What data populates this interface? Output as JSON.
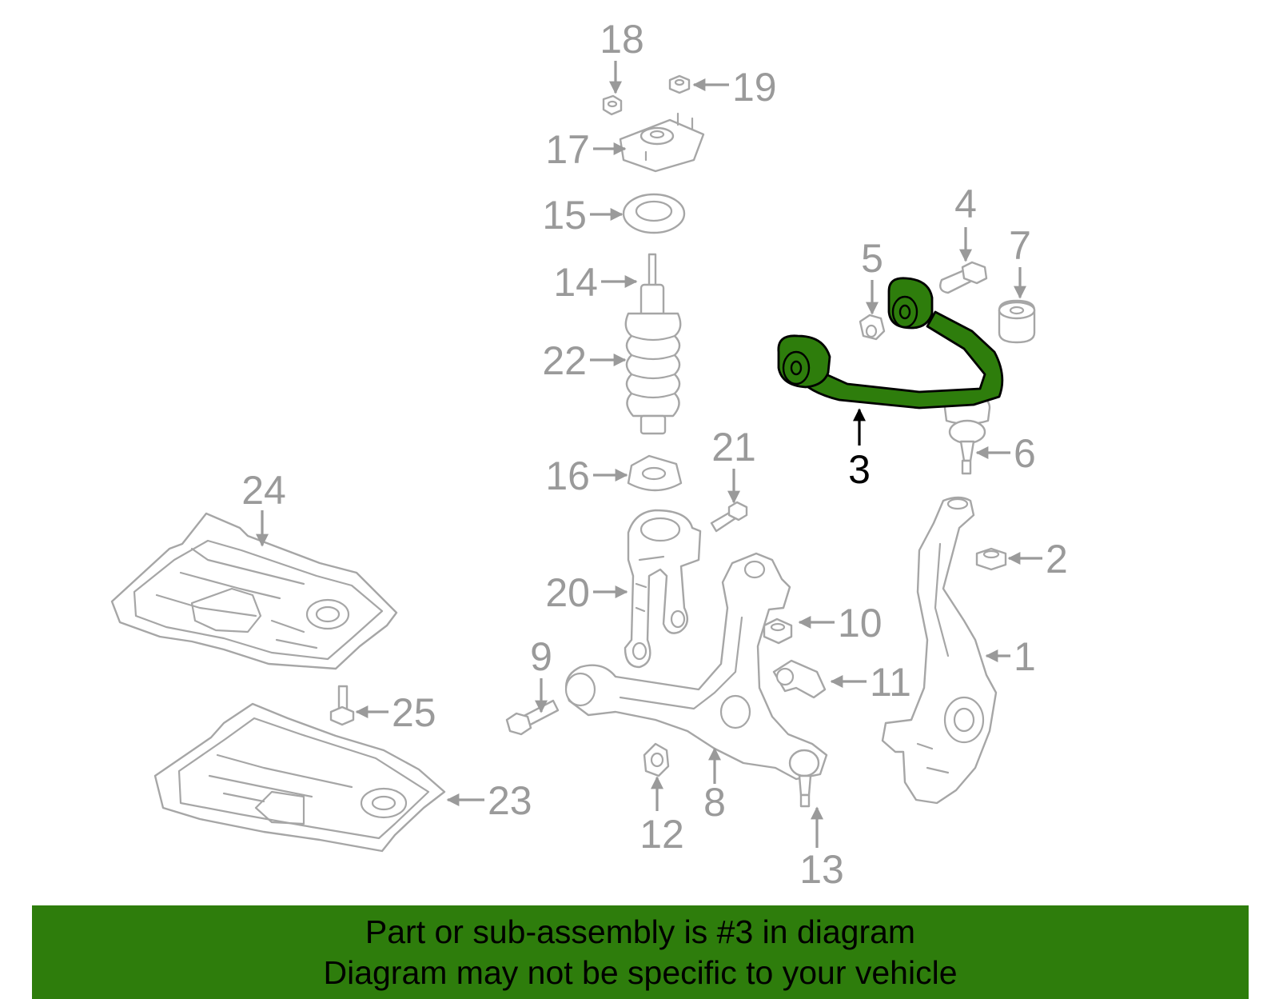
{
  "highlight": "3",
  "colors": {
    "highlight_fill": "#2e7d0c",
    "part_stroke": "#a6a6a6",
    "label_gray": "#9a9a9a",
    "banner_bg": "#2e7d0c"
  },
  "callouts": [
    {
      "id": "1",
      "label": "1"
    },
    {
      "id": "2",
      "label": "2"
    },
    {
      "id": "3",
      "label": "3"
    },
    {
      "id": "4",
      "label": "4"
    },
    {
      "id": "5",
      "label": "5"
    },
    {
      "id": "6",
      "label": "6"
    },
    {
      "id": "7",
      "label": "7"
    },
    {
      "id": "8",
      "label": "8"
    },
    {
      "id": "9",
      "label": "9"
    },
    {
      "id": "10",
      "label": "10"
    },
    {
      "id": "11",
      "label": "11"
    },
    {
      "id": "12",
      "label": "12"
    },
    {
      "id": "13",
      "label": "13"
    },
    {
      "id": "14",
      "label": "14"
    },
    {
      "id": "15",
      "label": "15"
    },
    {
      "id": "16",
      "label": "16"
    },
    {
      "id": "17",
      "label": "17"
    },
    {
      "id": "18",
      "label": "18"
    },
    {
      "id": "19",
      "label": "19"
    },
    {
      "id": "20",
      "label": "20"
    },
    {
      "id": "21",
      "label": "21"
    },
    {
      "id": "22",
      "label": "22"
    },
    {
      "id": "23",
      "label": "23"
    },
    {
      "id": "24",
      "label": "24"
    },
    {
      "id": "25",
      "label": "25"
    }
  ],
  "banner": {
    "line1": "Part or sub-assembly is #3 in diagram",
    "line2": "Diagram may not be specific to your vehicle"
  }
}
